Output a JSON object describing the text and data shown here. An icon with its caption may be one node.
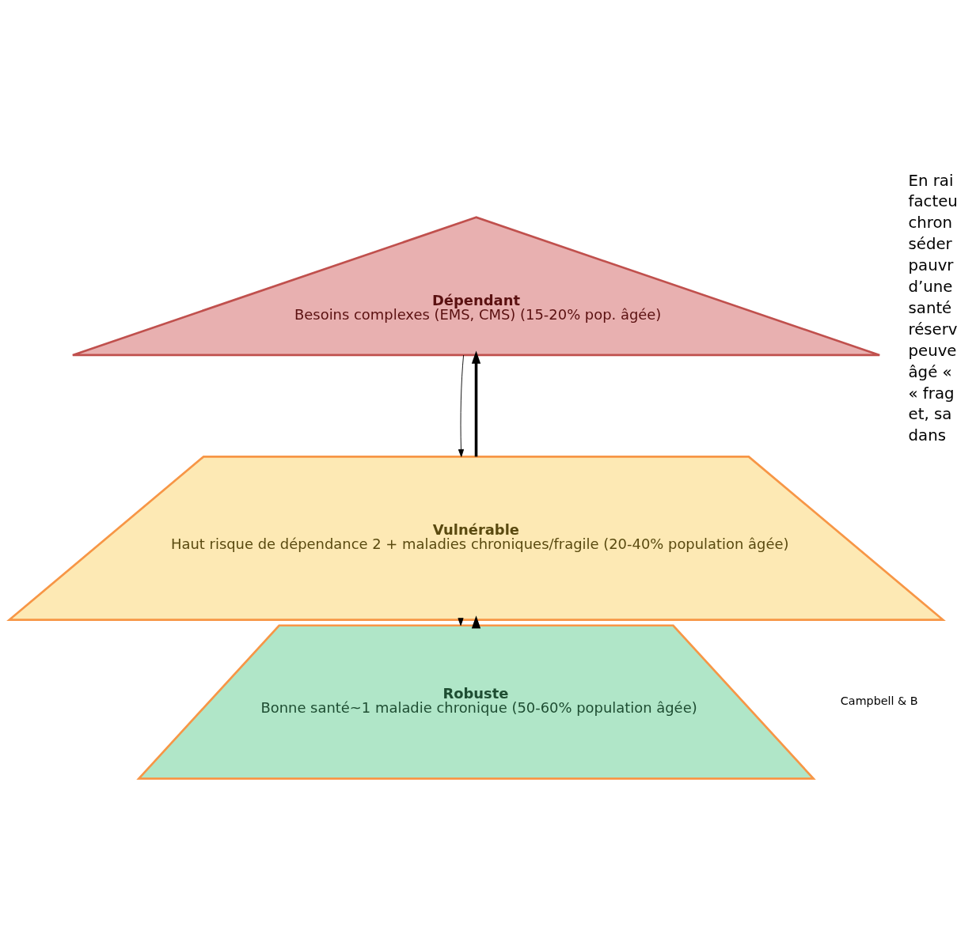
{
  "diagram": {
    "nodes": [
      {
        "text": [
          "Dépendant",
          "Besoins complexes (EMS, CMS) (15-20% pop. âgée)"
        ]
      },
      {
        "text": [
          "Vulnérable",
          "Haut risque de dépendance 2 + maladies chroniques/fragile (20-40% population âgée)"
        ]
      },
      {
        "text": [
          "Robuste",
          "Bonne santé~1 maladie chronique (50-60% population âgée)"
        ]
      }
    ],
    "edges": [
      {
        "from": 1,
        "to": 0,
        "arrow": "to",
        "style": "thick"
      },
      {
        "from": 0,
        "to": 1,
        "arrow": "to"
      },
      {
        "from": 2,
        "to": 1,
        "arrow": "to",
        "style": "thick"
      },
      {
        "from": 1,
        "to": 2,
        "arrow": "to"
      }
    ],
    "labels": [
      "En rai",
      "facteu",
      "chron",
      "séder",
      "pauvr",
      "d’une",
      "santé",
      "réserv",
      "peuve",
      "âgé «",
      "« frag",
      "et, sa",
      "dans",
      "Campbell & B"
    ]
  }
}
